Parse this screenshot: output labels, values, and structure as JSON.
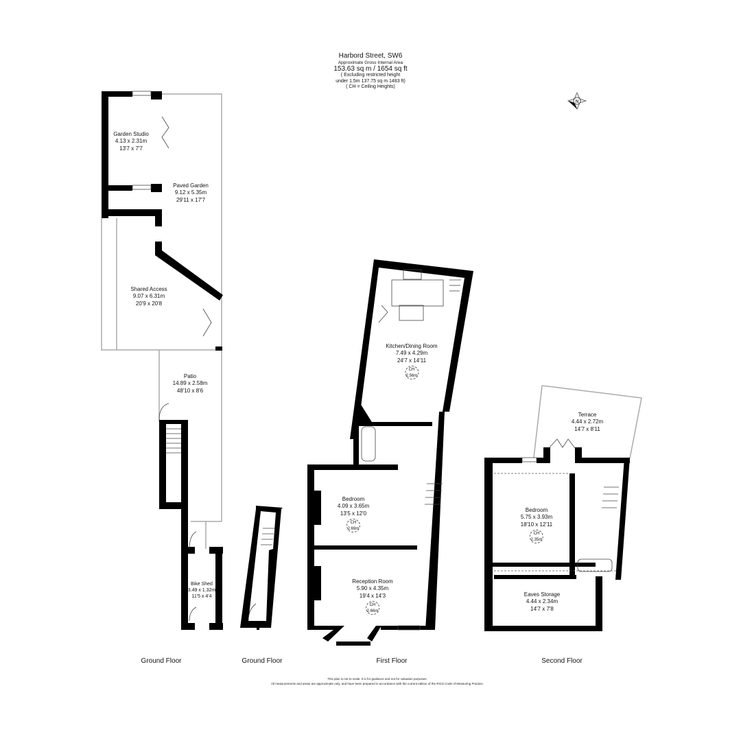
{
  "header": {
    "title": "Harbord Street, SW6",
    "subtitle": "Approximate Gross Internal Area",
    "area": "153.63 sq m / 1654 sq ft",
    "restricted_line1": "( Excluding restricted height",
    "restricted_line2": "under 1.5m 137.75 sq m 1483 ft)",
    "ch_note": "( CH = Ceiling Heights)"
  },
  "compass": {
    "label": "N",
    "icon": "compass-north-icon"
  },
  "rooms": {
    "garden_studio": {
      "name": "Garden Studio",
      "metric": "4.13 x 2.31m",
      "imperial": "13'7 x 7'7"
    },
    "paved_garden": {
      "name": "Paved Garden",
      "metric": "9.12 x 5.35m",
      "imperial": "29'11 x 17'7"
    },
    "shared_access": {
      "name": "Shared Access",
      "metric": "9.07 x 6.31m",
      "imperial": "20'9 x 20'8"
    },
    "patio": {
      "name": "Patio",
      "metric": "14.89 x 2.58m",
      "imperial": "48'10 x 8'6"
    },
    "bike_shed": {
      "name": "Bike Shed",
      "metric": "3.49 x 1.32m",
      "imperial": "11'5 x 4'4"
    },
    "kitchen": {
      "name": "Kitchen/Dining Room",
      "metric": "7.49 x 4.29m",
      "imperial": "24'7 x 14'11",
      "ch_label": "CH",
      "ch_value": "2.56m"
    },
    "bedroom_first": {
      "name": "Bedroom",
      "metric": "4.09 x 3.65m",
      "imperial": "13'5 x 12'0",
      "ch_label": "CH",
      "ch_value": "2.69m"
    },
    "reception": {
      "name": "Reception Room",
      "metric": "5.90 x 4.35m",
      "imperial": "19'4 x 14'3",
      "ch_label": "CH",
      "ch_value": "2.66m"
    },
    "terrace": {
      "name": "Terrace",
      "metric": "4.44 x 2.72m",
      "imperial": "14'7 x 8'11"
    },
    "bedroom_second": {
      "name": "Bedroom",
      "metric": "5.75 x 3.93m",
      "imperial": "18'10 x 12'11",
      "ch_label": "CH",
      "ch_value": "2.35m"
    },
    "eaves": {
      "name": "Eaves Storage",
      "metric": "4.44 x 2.34m",
      "imperial": "14'7 x 7'8"
    }
  },
  "floors": [
    {
      "label": "Ground Floor"
    },
    {
      "label": "Ground Floor"
    },
    {
      "label": "First Floor"
    },
    {
      "label": "Second Floor"
    }
  ],
  "footer": {
    "line1": "This plan is not to scale. It is for guidance and not for valuation purposes.",
    "line2": "All measurements and areas are approximate only, and have been prepared in accordance with the current edition of the RICS Code of Measuring Practice."
  },
  "colors": {
    "wall": "#000000",
    "outline": "#aaaaaa",
    "background": "#ffffff"
  }
}
